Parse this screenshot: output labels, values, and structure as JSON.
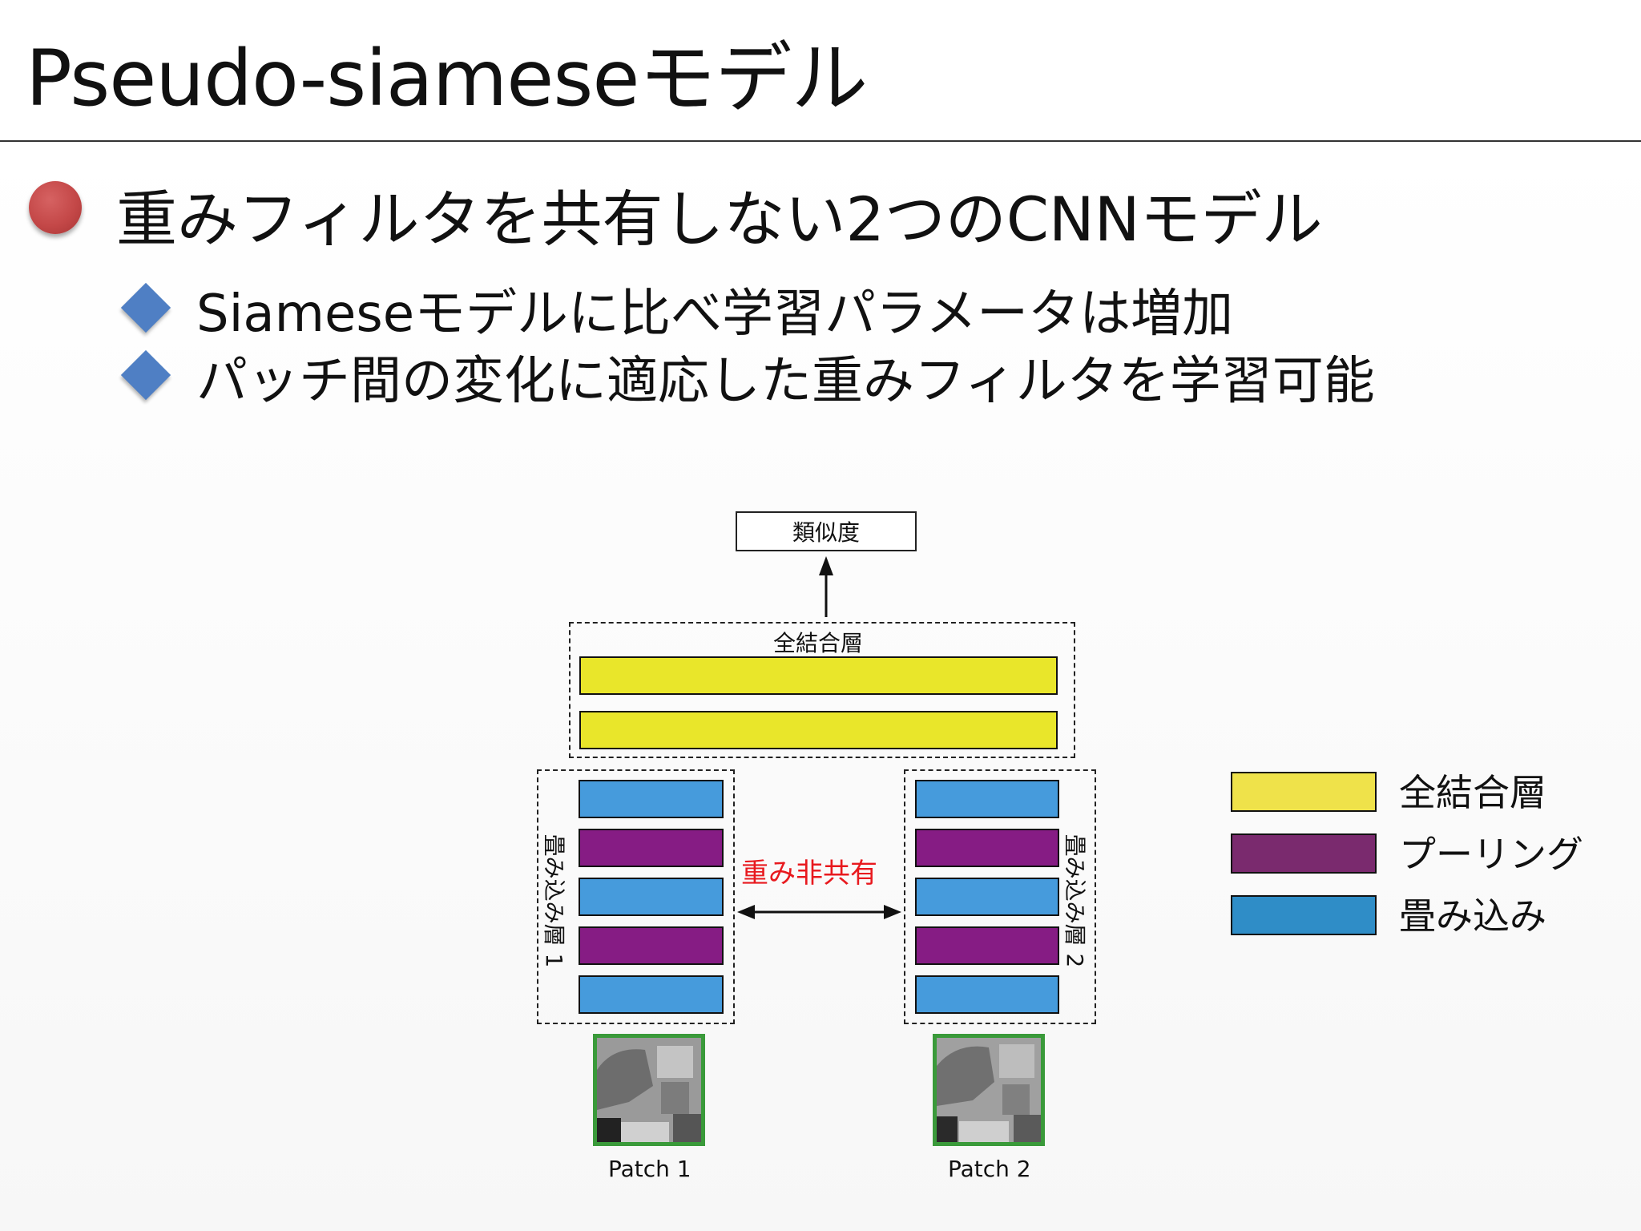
{
  "slide": {
    "title": "Pseudo-siameseモデル",
    "main_bullet": "重みフィルタを共有しない2つのCNNモデル",
    "sub_bullets": [
      "Siameseモデルに比べ学習パラメータは増加",
      "パッチ間の変化に適応した重みフィルタを学習可能"
    ]
  },
  "diagram": {
    "output_label": "類似度",
    "fc_label": "全結合層",
    "branch1_label": "畳み込み層 1",
    "branch2_label": "畳み込み層 2",
    "center_label": "重み非共有",
    "patch1_label": "Patch 1",
    "patch2_label": "Patch 2",
    "branch_layers": [
      "convolution",
      "pooling",
      "convolution",
      "pooling",
      "convolution"
    ]
  },
  "legend": {
    "items": [
      {
        "label": "全結合層",
        "color": "#efe24a"
      },
      {
        "label": "プーリング",
        "color": "#7a2a6e"
      },
      {
        "label": "畳み込み",
        "color": "#2f8dc7"
      }
    ]
  },
  "colors": {
    "fc": "#e9e62a",
    "pool": "#861c84",
    "conv": "#469bdc",
    "patch_border": "#3a9a3a",
    "accent_red": "#e8191e",
    "bullet_red": "#c44848",
    "bullet_blue": "#4f7fc4"
  }
}
